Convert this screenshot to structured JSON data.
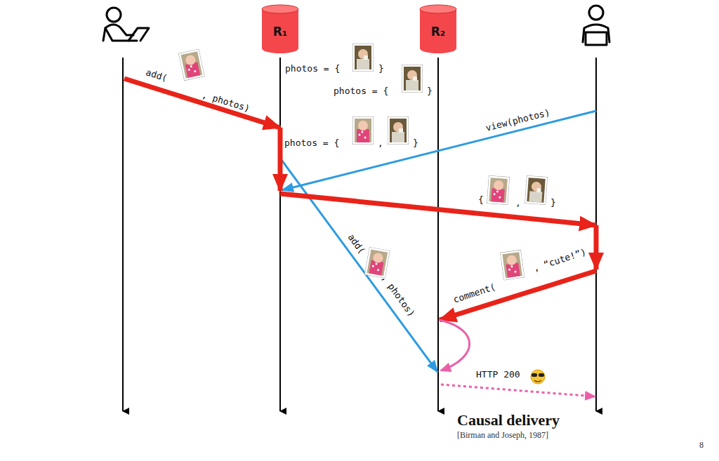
{
  "diagram": {
    "title": "Causal delivery",
    "nodes": [
      {
        "text": [
          "R₁"
        ]
      },
      {
        "text": [
          "R₂"
        ]
      }
    ],
    "labels": [
      "photos = {",
      "}",
      "photos = {",
      "}",
      "add(",
      ", photos)",
      "photos = {",
      ",",
      "}",
      "view(photos)",
      "{",
      ",",
      "}",
      "add(",
      ", photos)",
      "comment(",
      ", “cute!”)",
      "HTTP 200",
      "[Birman and Joseph, 1987]",
      "8"
    ]
  }
}
